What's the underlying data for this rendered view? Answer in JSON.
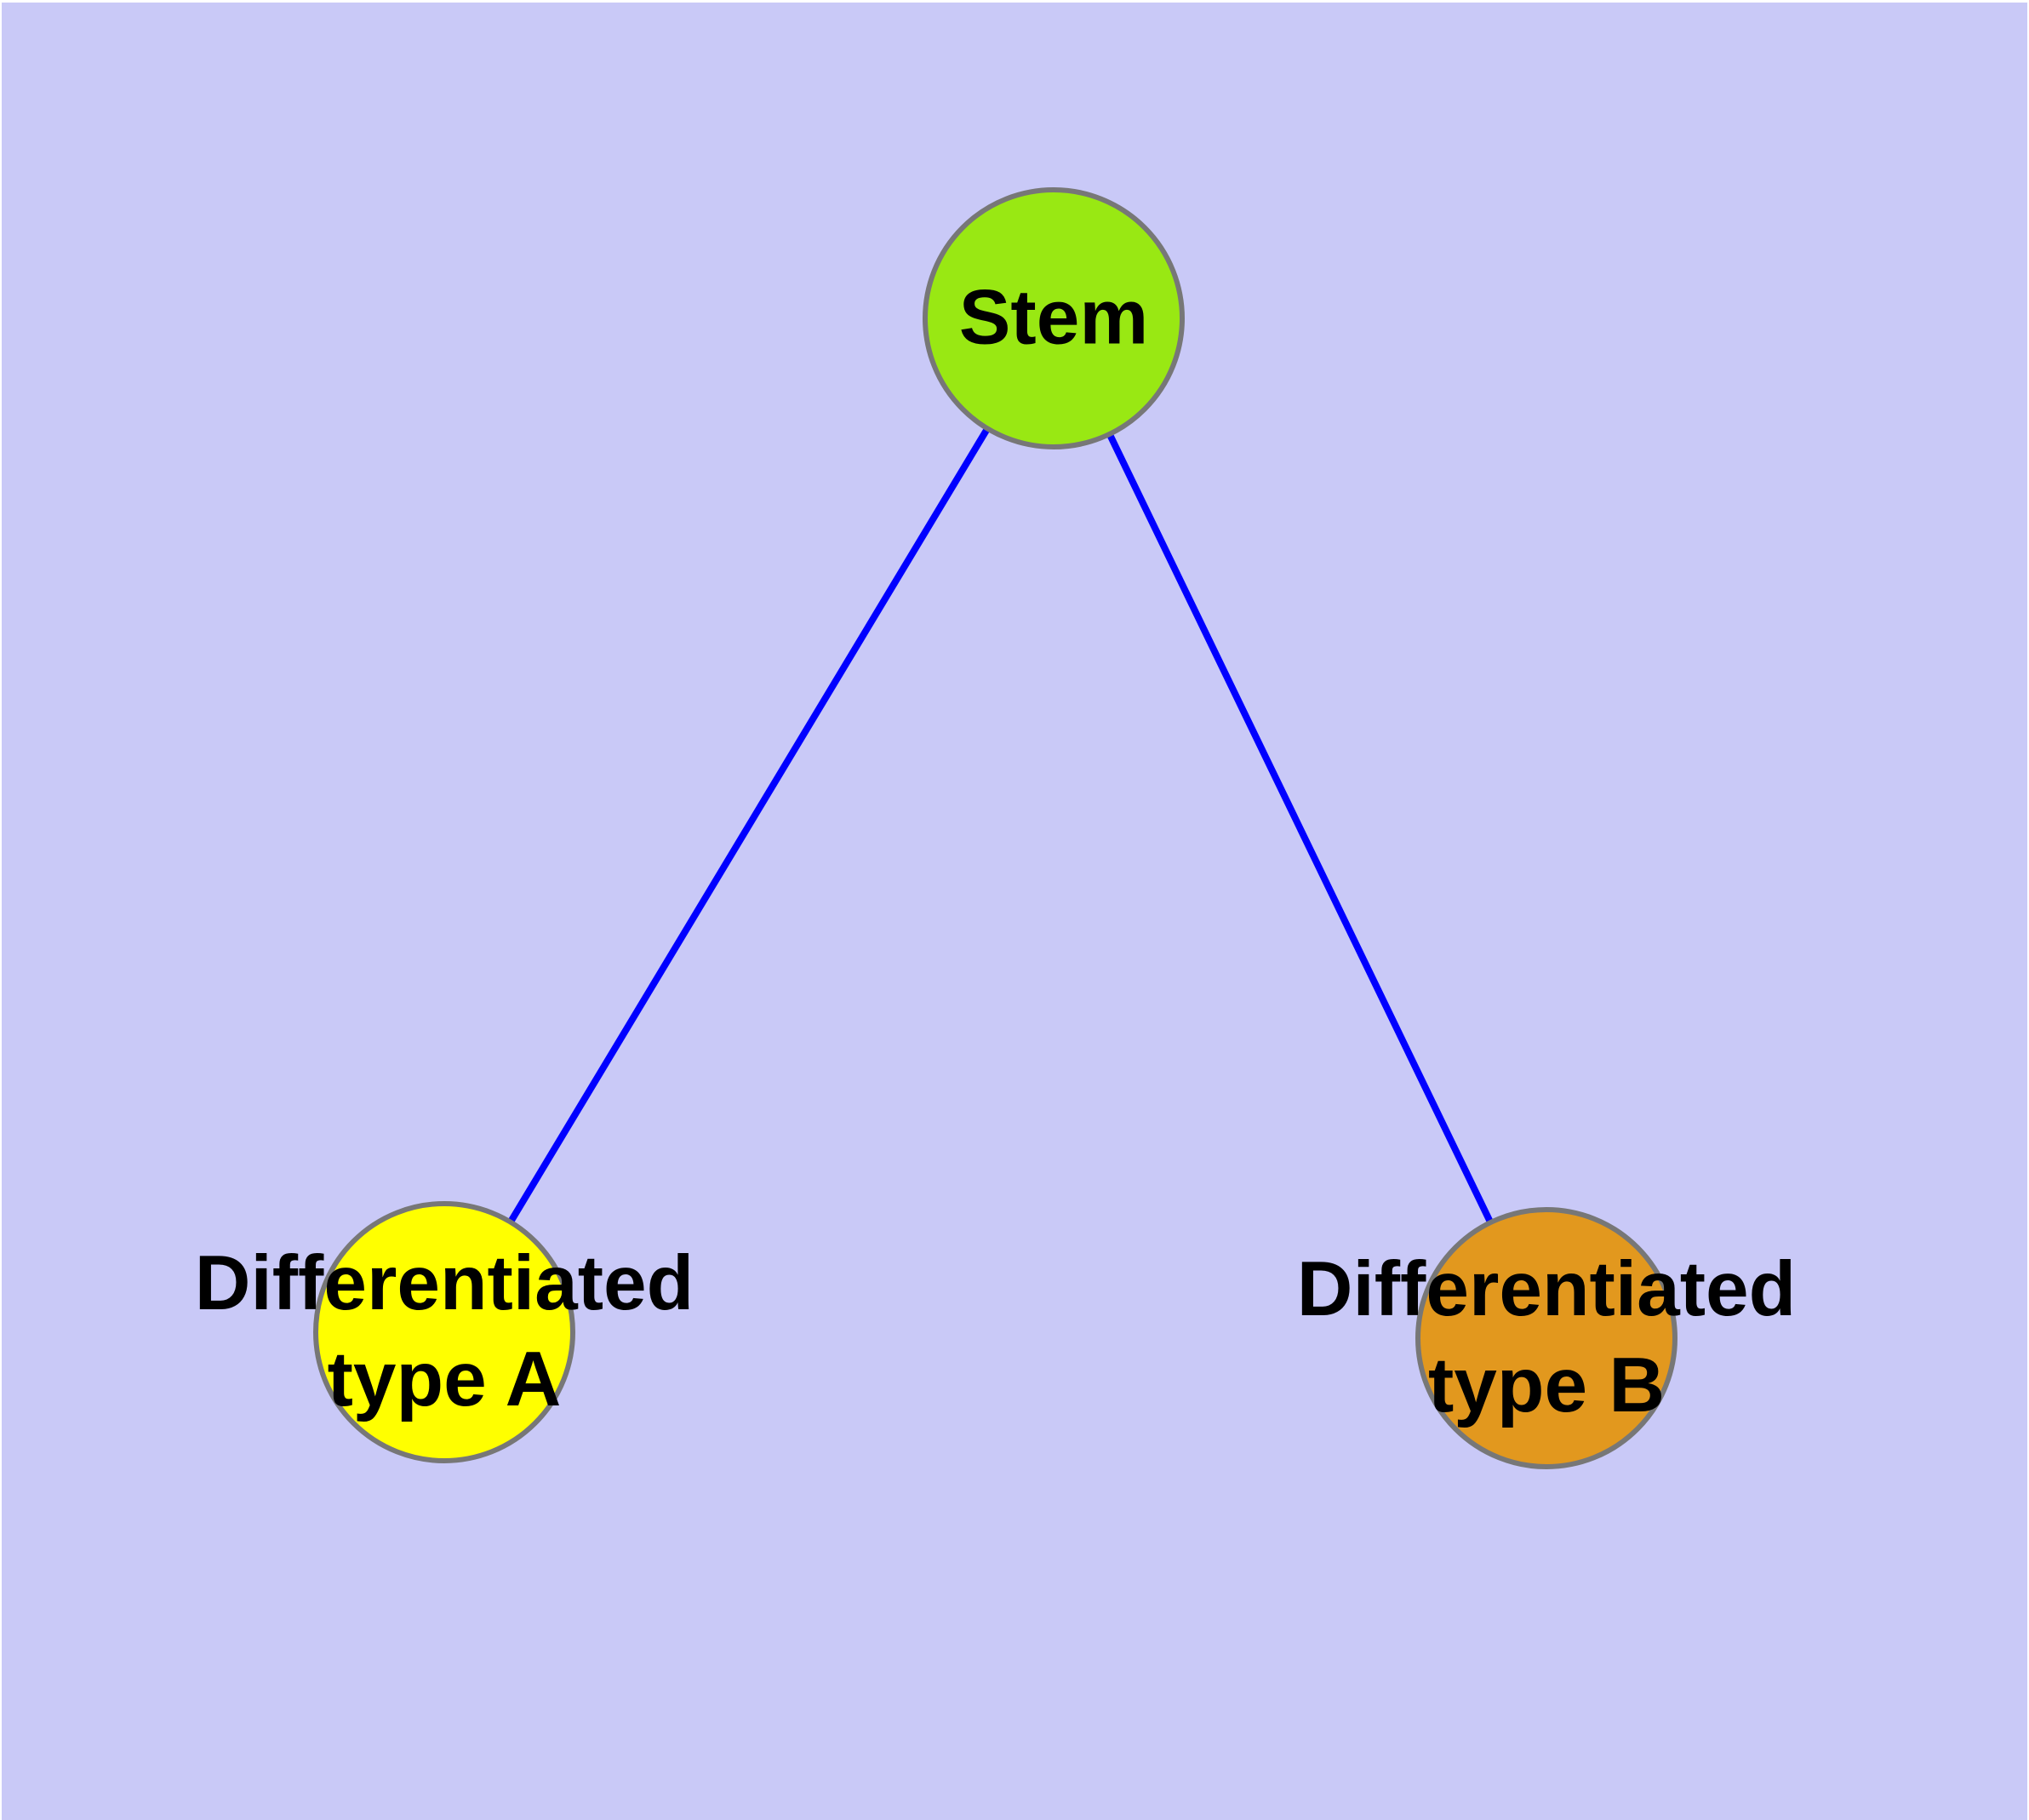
{
  "diagram": {
    "background_color": "#C9C9F7",
    "margin_color": "#FFFFFF",
    "node_border_color": "#777777",
    "edge_color": "#0000FF",
    "text_color": "#000000",
    "nodes": {
      "stem": {
        "label": "Stem",
        "color": "#99E813"
      },
      "type_a": {
        "label_lines": [
          "Differentiated",
          "type A"
        ],
        "color": "#FFFF00"
      },
      "type_b": {
        "label_lines": [
          "Differentiated",
          "type B"
        ],
        "color": "#E2981E"
      }
    },
    "edges": [
      {
        "from": "stem",
        "to": "type_a"
      },
      {
        "from": "stem",
        "to": "type_b"
      }
    ]
  }
}
